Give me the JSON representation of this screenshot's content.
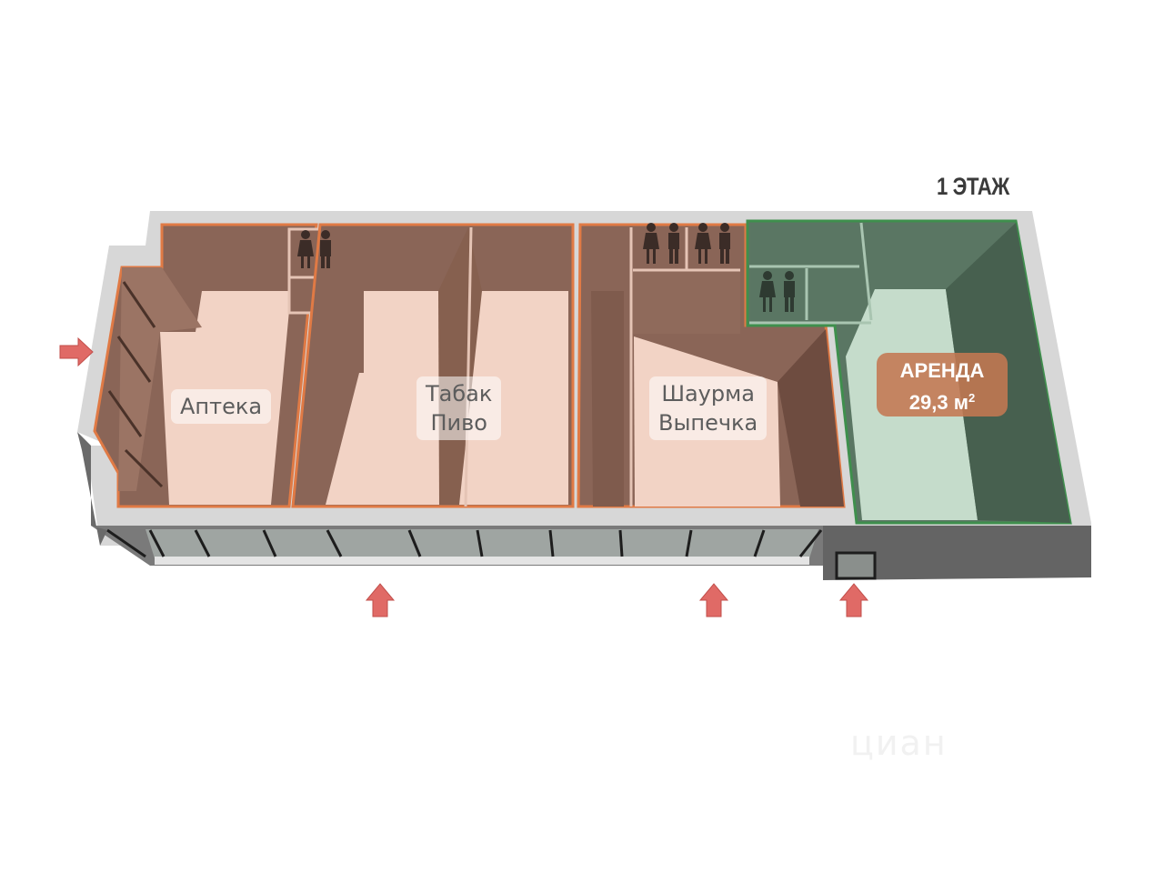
{
  "floor_title": "1 ЭТАЖ",
  "rooms": [
    {
      "id": "pharmacy",
      "lines": [
        "Аптека"
      ]
    },
    {
      "id": "tobacco-beer",
      "lines": [
        "Табак",
        "Пиво"
      ]
    },
    {
      "id": "shawarma-bakery",
      "lines": [
        "Шаурма",
        "Выпечка"
      ]
    }
  ],
  "rent": {
    "title": "АРЕНДА",
    "area_value": "29,3 м",
    "area_unit_sup": "2"
  },
  "watermark": "циан",
  "icons": {
    "entrance_arrow": "entrance-arrow-icon",
    "restroom": "restroom-people-icon"
  },
  "colors": {
    "occupied_floor": "#f2d3c5",
    "occupied_wall": "#8a6557",
    "occupied_outline": "#e07a45",
    "rent_floor": "#c5dccb",
    "rent_wall": "#5a7663",
    "rent_outline": "#3f8f4d",
    "outer_wall": "#d6d6d6",
    "arrow": "#e06a66",
    "badge": "#c47852"
  }
}
